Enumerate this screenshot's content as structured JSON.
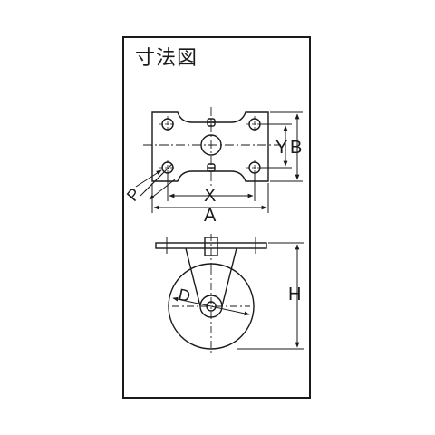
{
  "title": "寸法図",
  "labels": {
    "y": "Y",
    "b": "B",
    "x": "X",
    "a": "A",
    "p": "P",
    "h": "H",
    "d": "D"
  },
  "colors": {
    "line": "#1a1a1a",
    "background": "#ffffff"
  }
}
